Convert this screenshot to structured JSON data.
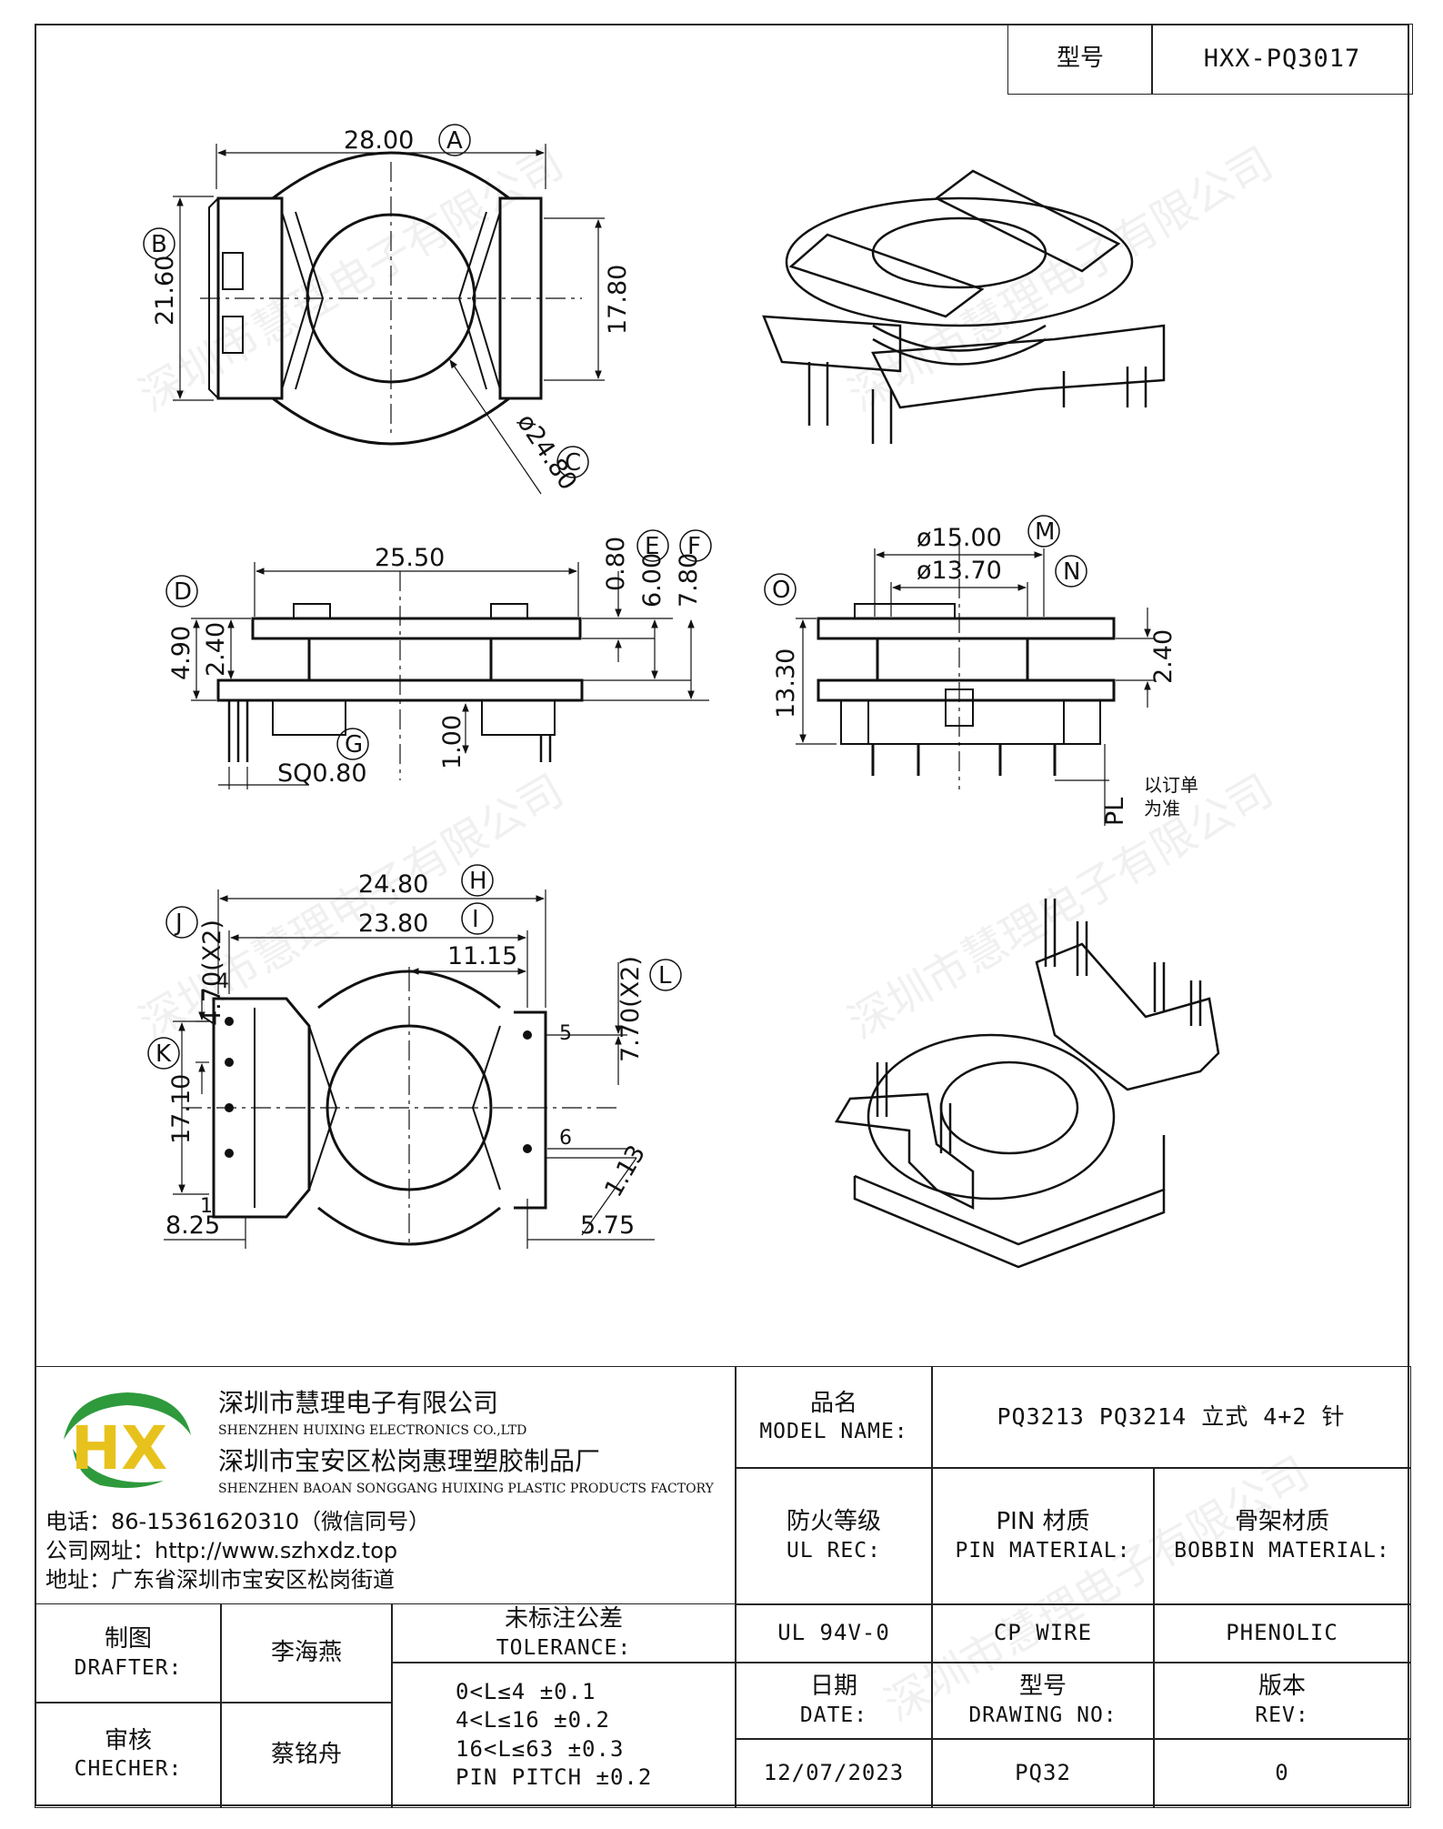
{
  "header": {
    "model_label": "型号",
    "model_value": "HXX-PQ3017"
  },
  "drawing": {
    "top_view": {
      "dim_a": "28.00",
      "letter_a": "A",
      "dim_b": "21.60",
      "letter_b": "B",
      "dim_17_80": "17.80",
      "dim_c": "ø24.80",
      "letter_c": "C"
    },
    "side_view": {
      "dim_25_50": "25.50",
      "dim_e1": "0.80",
      "dim_e": "6.00",
      "letter_e": "E",
      "dim_f": "7.80",
      "letter_f": "F",
      "dim_d": "4.90",
      "letter_d": "D",
      "dim_2_40": "2.40",
      "dim_1_00": "1.00",
      "dim_g": "SQ0.80",
      "letter_g": "G"
    },
    "front_view": {
      "dim_m": "ø15.00",
      "letter_m": "M",
      "dim_n": "ø13.70",
      "letter_n": "N",
      "dim_o": "13.30",
      "letter_o": "O",
      "dim_2_40": "2.40",
      "pl_label": "PL",
      "pl_note_1": "以订单",
      "pl_note_2": "为准"
    },
    "bottom_view": {
      "dim_h": "24.80",
      "letter_h": "H",
      "dim_i": "23.80",
      "letter_i": "I",
      "dim_11_15": "11.15",
      "dim_j": "4.70(X2)",
      "letter_j": "J",
      "dim_l": "7.70(X2)",
      "letter_l": "L",
      "dim_k": "17.10",
      "letter_k": "K",
      "dim_8_25": "8.25",
      "dim_5_75": "5.75",
      "dim_1_13": "1.13",
      "pin_4": "4",
      "pin_5": "5",
      "pin_6": "6",
      "pin_1": "1"
    }
  },
  "watermark": "深圳市慧理电子有限公司",
  "company": {
    "name_cn": "深圳市慧理电子有限公司",
    "name_en": "SHENZHEN HUIXING ELECTRONICS CO.,LTD",
    "factory_cn": "深圳市宝安区松岗惠理塑胶制品厂",
    "factory_en": "SHENZHEN BAOAN SONGGANG HUIXING PLASTIC PRODUCTS FACTORY",
    "phone": "电话：86-15361620310（微信同号）",
    "website": "公司网址：http://www.szhxdz.top",
    "address": "地址：广东省深圳市宝安区松岗街道",
    "logo_text": "HX",
    "colors": {
      "logo_green": "#2e9a3c",
      "logo_yellow": "#e8c21c",
      "logo_blue": "#1f5fae"
    }
  },
  "title_block": {
    "model_name_cn": "品名",
    "model_name_en": "MODEL NAME:",
    "model_name_value": "PQ3213 PQ3214 立式 4+2 针",
    "ul_cn": "防火等级",
    "ul_en": "UL REC:",
    "pin_cn": "PIN 材质",
    "pin_en": "PIN MATERIAL:",
    "bobbin_cn": "骨架材质",
    "bobbin_en": "BOBBIN MATERIAL:",
    "ul_value": "UL 94V-0",
    "pin_value": "CP WIRE",
    "bobbin_value": "PHENOLIC",
    "drafter_cn": "制图",
    "drafter_en": "DRAFTER:",
    "drafter_value": "李海燕",
    "checker_cn": "审核",
    "checker_en": "CHECHER:",
    "checker_value": "蔡铭舟",
    "tolerance_cn": "未标注公差",
    "tolerance_en": "TOLERANCE:",
    "tolerance_lines": [
      "0<L≤4  ±0.1",
      "4<L≤16  ±0.2",
      "16<L≤63  ±0.3",
      "PIN PITCH  ±0.2"
    ],
    "date_cn": "日期",
    "date_en": "DATE:",
    "date_value": "12/07/2023",
    "drawing_no_cn": "型号",
    "drawing_no_en": "DRAWING NO:",
    "drawing_no_value": "PQ32",
    "rev_cn": "版本",
    "rev_en": "REV:",
    "rev_value": "0"
  }
}
